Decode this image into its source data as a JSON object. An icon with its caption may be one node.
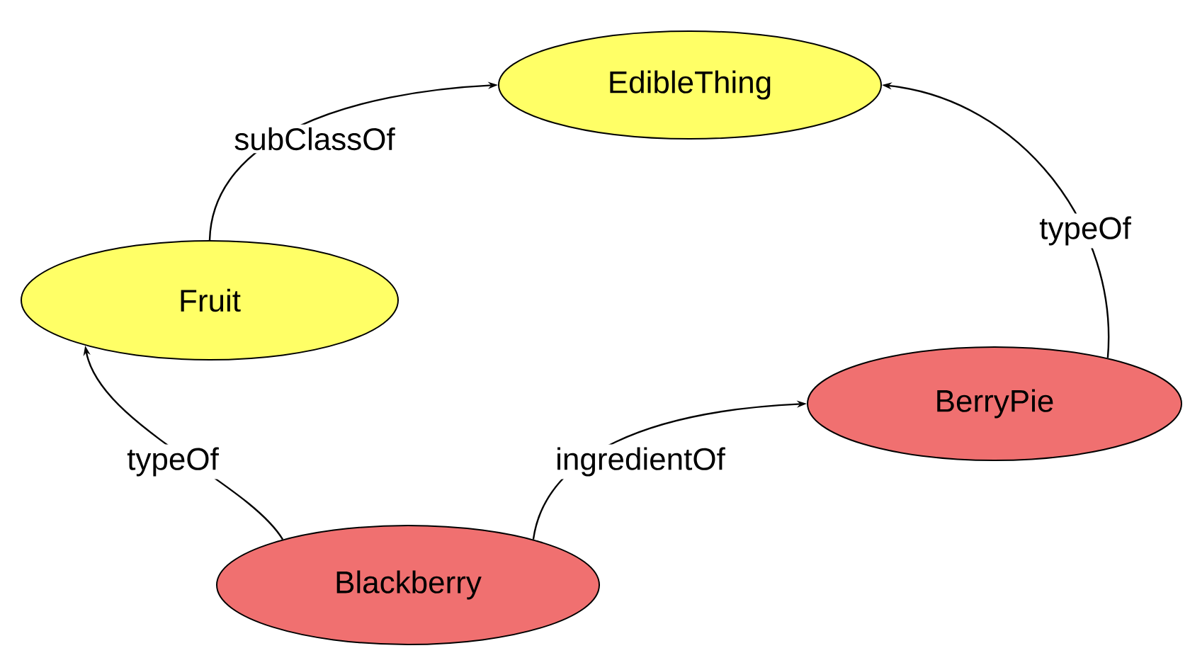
{
  "diagram": {
    "nodes": [
      {
        "text": [
          "EdibleThing"
        ]
      },
      {
        "text": [
          "Fruit"
        ]
      },
      {
        "text": [
          "BerryPie"
        ]
      },
      {
        "text": [
          "Blackberry"
        ]
      }
    ],
    "edges": [
      {
        "from": 1,
        "to": 0,
        "arrow": "to",
        "label": "subClassOf"
      },
      {
        "from": 3,
        "to": 1,
        "arrow": "to",
        "label": "typeOf"
      },
      {
        "from": 3,
        "to": 2,
        "arrow": "to",
        "label": "ingredientOf"
      },
      {
        "from": 2,
        "to": 0,
        "arrow": "to",
        "label": "typeOf"
      }
    ]
  }
}
